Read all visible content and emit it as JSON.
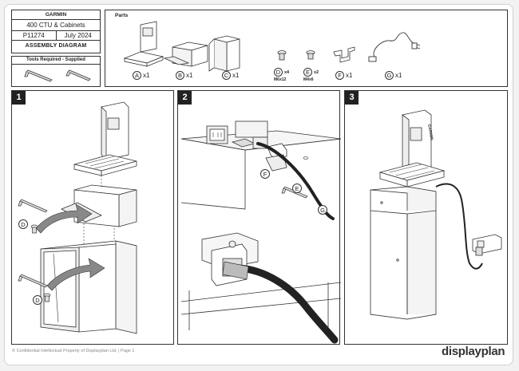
{
  "info": {
    "brand": "GARMIN",
    "model": "400 CTU & Cabinets",
    "part_no": "P11274",
    "date": "July 2024",
    "doc_title": "ASSEMBLY DIAGRAM"
  },
  "tools": {
    "header": "Tools Required - Supplied"
  },
  "parts": {
    "header": "Parts",
    "items": [
      {
        "letter": "A",
        "qty": "x1",
        "size": ""
      },
      {
        "letter": "B",
        "qty": "x1",
        "size": ""
      },
      {
        "letter": "C",
        "qty": "x1",
        "size": ""
      },
      {
        "letter": "D",
        "qty": "x4",
        "size": "M6x12"
      },
      {
        "letter": "E",
        "qty": "x2",
        "size": "M4x6"
      },
      {
        "letter": "F",
        "qty": "x1",
        "size": ""
      },
      {
        "letter": "G",
        "qty": "x1",
        "size": ""
      }
    ]
  },
  "steps": [
    "1",
    "2",
    "3"
  ],
  "kiosk_brand": "GARMIN",
  "callouts": {
    "d": "D",
    "e": "E",
    "f": "F",
    "g": "G"
  },
  "footer": "© Confidential Intellectual Property of Displayplan Ltd. | Page 1",
  "logo": "displayplan"
}
